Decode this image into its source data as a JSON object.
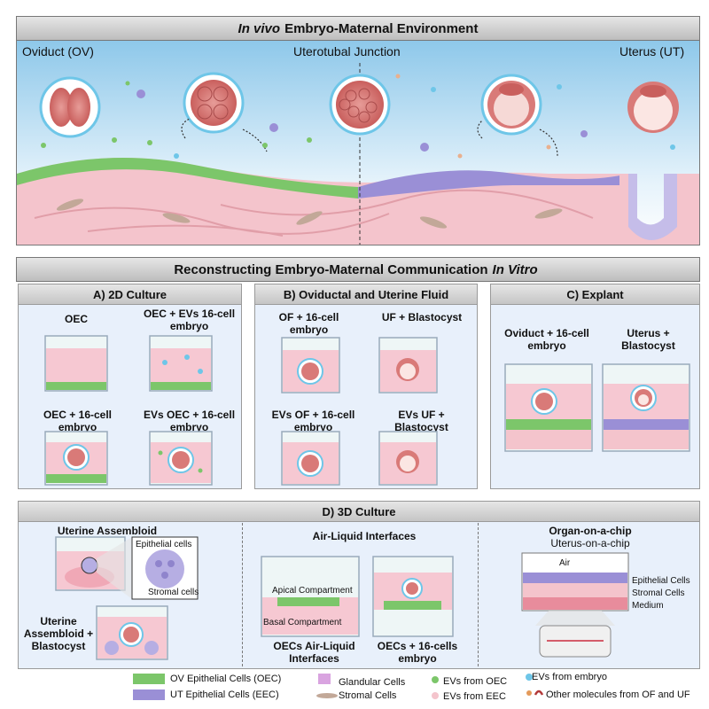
{
  "invivo": {
    "title_italic": "In vivo",
    "title_rest": "Embryo-Maternal Environment",
    "oviduct": "Oviduct (OV)",
    "junction": "Uterotubal Junction",
    "uterus": "Uterus (UT)"
  },
  "invitro": {
    "title_rest": "Reconstructing Embryo-Maternal Communication",
    "title_italic": "In Vitro"
  },
  "panelA": {
    "title": "A) 2D Culture",
    "w1": "OEC",
    "w2": "OEC + EVs 16-cell embryo",
    "w3": "OEC + 16-cell embryo",
    "w4": "EVs OEC + 16-cell embryo"
  },
  "panelB": {
    "title": "B) Oviductal and Uterine Fluid",
    "w1": "OF + 16-cell embryo",
    "w2": "UF + Blastocyst",
    "w3": "EVs OF + 16-cell embryo",
    "w4": "EVs UF + Blastocyst"
  },
  "panelC": {
    "title": "C) Explant",
    "w1": "Oviduct + 16-cell embryo",
    "w2": "Uterus + Blastocyst"
  },
  "panelD": {
    "title": "D) 3D Culture",
    "assembloid": "Uterine Assembloid",
    "epithelial": "Epithelial cells",
    "stromal": "Stromal cells",
    "assembloid_blasto": "Uterine Assembloid + Blastocyst",
    "ali_title": "Air-Liquid Interfaces",
    "apical": "Apical Compartment",
    "basal": "Basal Compartment",
    "ali_oec": "OECs Air-Liquid Interfaces",
    "ali_embryo": "OECs + 16-cells embryo",
    "ooc_title": "Organ-on-a-chip",
    "ooc_sub": "Uterus-on-a-chip",
    "air": "Air",
    "epi_cells": "Epithelial Cells",
    "stromal_cells": "Stromal Cells",
    "medium": "Medium"
  },
  "legend": {
    "ov_epi": "OV Epithelial Cells (OEC)",
    "ut_epi": "UT Epithelial Cells (EEC)",
    "glandular": "Glandular Cells",
    "stromal": "Stromal Cells",
    "ev_oec": "EVs from OEC",
    "ev_eec": "EVs from EEC",
    "ev_embryo": "EVs from embryo",
    "other": "Other molecules from OF and UF"
  },
  "colors": {
    "ov_green": "#7cc66a",
    "ut_purple": "#9a8fd6",
    "tissue_pink": "#f4c4cc",
    "embryo_red": "#d97a78",
    "ev_blue": "#6ec6e8"
  }
}
